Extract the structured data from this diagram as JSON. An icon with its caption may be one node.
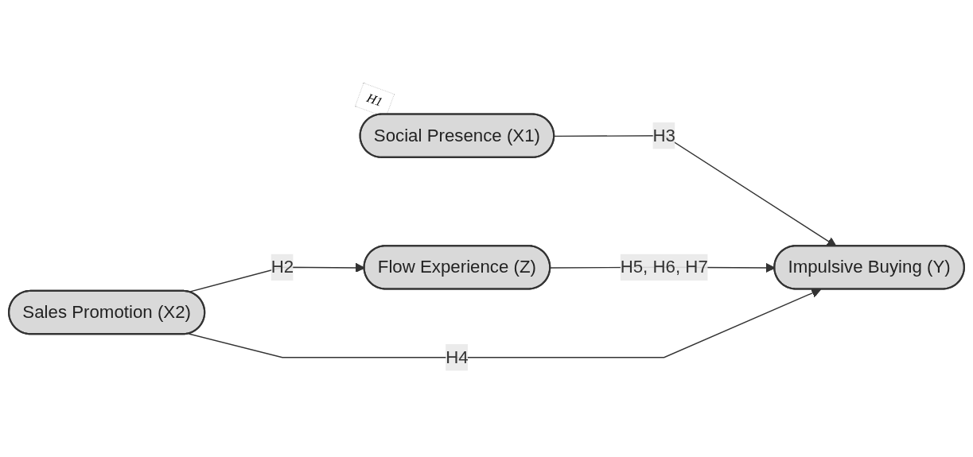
{
  "diagram": {
    "nodes": [
      {
        "text": [
          "Social Presence (X1)"
        ]
      },
      {
        "text": [
          "Sales Promotion (X2)"
        ]
      },
      {
        "text": [
          "Flow Experience (Z)"
        ]
      },
      {
        "text": [
          "Impulsive Buying (Y)"
        ]
      }
    ],
    "edges": [
      {
        "from": 0,
        "to": 3,
        "arrow": "to",
        "label": "H3"
      },
      {
        "from": 1,
        "to": 2,
        "arrow": "to",
        "label": "H2"
      },
      {
        "from": 2,
        "to": 3,
        "arrow": "to",
        "label": "H5, H6, H7"
      },
      {
        "from": 1,
        "to": 3,
        "arrow": "to",
        "label": "H4"
      }
    ],
    "labels": [
      "H1"
    ]
  }
}
